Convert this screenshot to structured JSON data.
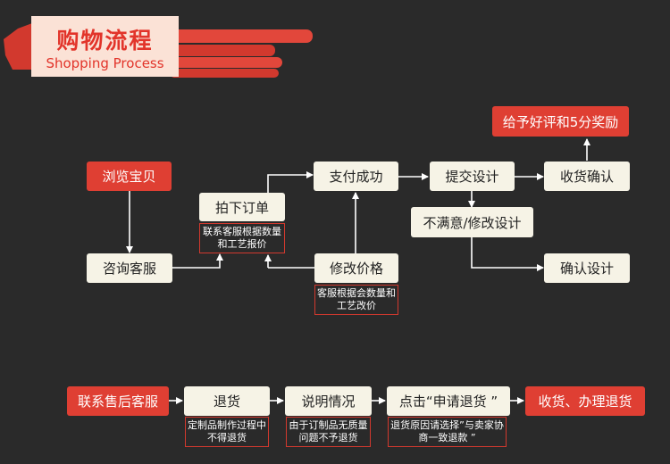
{
  "header": {
    "title": "购物流程",
    "subtitle": "Shopping Process"
  },
  "colors": {
    "background": "#2a2a2a",
    "accent_red": "#df3f33",
    "node_fill": "#f6f3e6",
    "line": "#ffffff"
  },
  "flow": {
    "browse": "浏览宝贝",
    "consult": "咨询客服",
    "order": "拍下订单",
    "order_note": "联系客服根据数量和工艺报价",
    "modify_price": "修改价格",
    "modify_price_note": "客服根据会数量和工艺改价",
    "paid": "支付成功",
    "submit_design": "提交设计",
    "receive_confirm": "收货确认",
    "reward": "给予好评和5分奖励",
    "unsatisfied": "不满意/修改设计",
    "confirm_design": "确认设计"
  },
  "after_sales": {
    "contact": "联系售后客服",
    "return": "退货",
    "return_note": "定制品制作过程中不得退货",
    "explain": "说明情况",
    "explain_note": "由于订制品无质量问题不予退货",
    "apply": "点击“申请退货 ”",
    "apply_note": "退货原因请选择”与卖家协商一致退款 ”",
    "finish": "收货、办理退货"
  }
}
